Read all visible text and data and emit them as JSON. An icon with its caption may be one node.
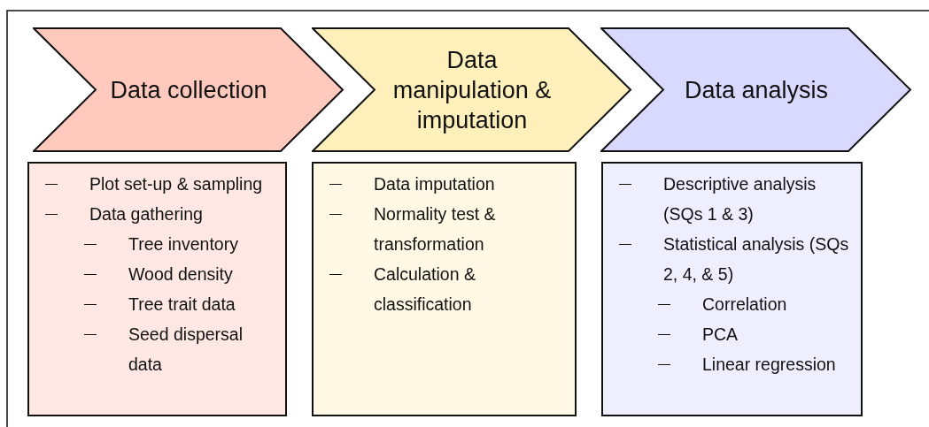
{
  "diagram": {
    "nodes": [
      {
        "text": [
          "Data collection"
        ]
      },
      {
        "text": [
          "Data manipulation & imputation"
        ]
      },
      {
        "text": [
          "Data analysis"
        ]
      },
      {
        "text": [
          "Plot set-up & sampling",
          "Data gathering",
          "Tree inventory",
          "Wood density",
          "Tree trait data",
          "Seed dispersal data"
        ]
      },
      {
        "text": [
          "Data imputation",
          "Normality test & transformation",
          "Calculation & classification"
        ]
      },
      {
        "text": [
          "Descriptive analysis (SQs 1 & 3)",
          "Statistical analysis (SQs 2, 4, & 5)",
          "Correlation",
          "PCA",
          "Linear regression"
        ]
      }
    ]
  }
}
